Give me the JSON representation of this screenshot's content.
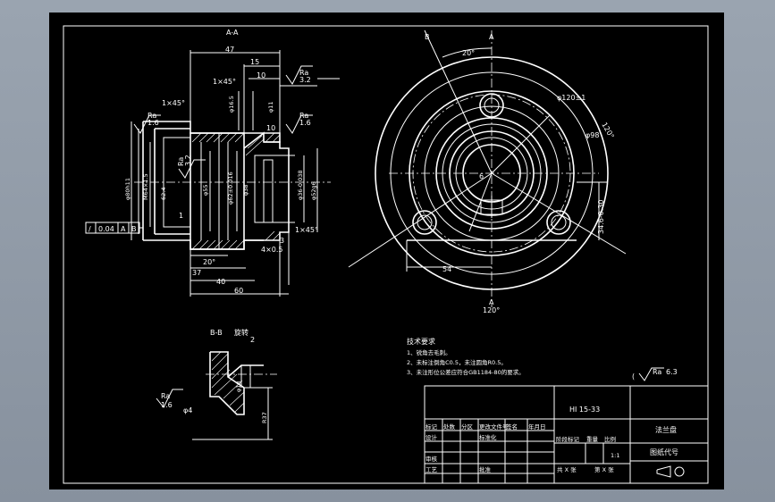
{
  "section_aa": {
    "title": "A-A",
    "dims": [
      "47",
      "15",
      "10",
      "Ra",
      "3.2",
      "1×45°",
      "φ16.5",
      "φ11",
      "Ra",
      "1.6",
      "1×45°",
      "Ra",
      "1.6",
      "10",
      "Ra",
      "3.2",
      "φ80h11",
      "M64×1.5",
      "62.4",
      "φ55",
      "φ62±0.016",
      "φ38",
      "φ36-0.038",
      "φ52g6",
      "1",
      "1×45°",
      "3",
      "4×0.5",
      "20°",
      "37",
      "40",
      "60"
    ],
    "tolerance_frame": [
      "/",
      "0.04",
      "A",
      "B"
    ]
  },
  "front_view": {
    "labels": [
      "B",
      "A",
      "20°",
      "φ120±1",
      "120°",
      "φ98",
      "6",
      "34.6-0.30",
      "54",
      "A",
      "120°"
    ]
  },
  "section_bb": {
    "title": "B-B",
    "rotated": "旋转",
    "dims": [
      "2",
      "Ra",
      "1.6",
      "φ4",
      "φ18",
      "R37"
    ]
  },
  "notes": {
    "heading": "技术要求",
    "lines": [
      "1、锐角去毛刺。",
      "2、未标注倒角C0.5，未注圆角R0.5。",
      "3、未注形位公差应符合GB1184-80的要求。"
    ]
  },
  "surface_finish": {
    "symbol": "Ra",
    "value": "6.3"
  },
  "title_block": {
    "code": "HI 15-33",
    "part_name": "法兰盘",
    "drawing_no": "图纸代号",
    "sheet_total": "共 X 张",
    "sheet_no": "第 X 张",
    "scale": "1:1",
    "row_labels": [
      "标记",
      "处数",
      "分区",
      "更改文件号",
      "签名",
      "年月日",
      "设计",
      "标准化",
      "审核",
      "工艺",
      "批准",
      "阶段标记",
      "重量",
      "比例"
    ]
  }
}
